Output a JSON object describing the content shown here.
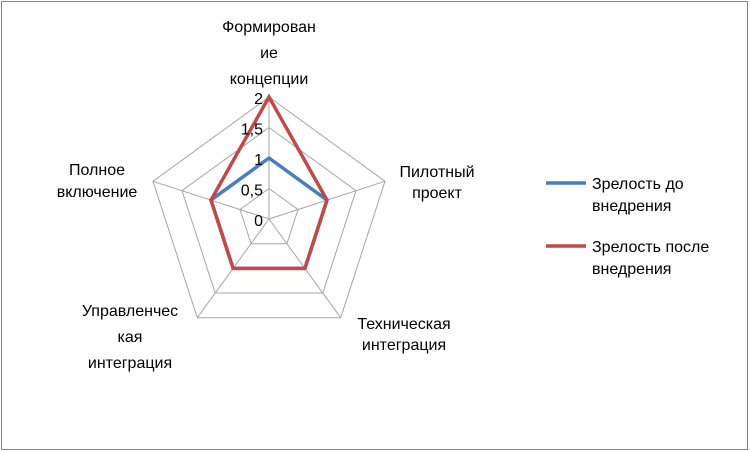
{
  "chart_data": {
    "type": "radar",
    "categories": [
      [
        "Формирован",
        "ие",
        "концепции"
      ],
      [
        "Пилотный",
        "проект"
      ],
      [
        "Техническая",
        "интеграция"
      ],
      [
        "Управленчес",
        "кая",
        "интеграция"
      ],
      [
        "Полное",
        "включение"
      ]
    ],
    "series": [
      {
        "name": [
          "Зрелость до",
          "внедрения"
        ],
        "values": [
          1,
          1,
          1,
          1,
          1
        ],
        "color": "#4a7ebb"
      },
      {
        "name": [
          "Зрелость после",
          "внедрения"
        ],
        "values": [
          2,
          1,
          1,
          1,
          1
        ],
        "color": "#be4b48"
      }
    ],
    "scale": {
      "min": 0,
      "max": 2,
      "step": 0.5
    },
    "tick_labels": [
      "0",
      "0,5",
      "1",
      "1,5",
      "2"
    ],
    "grid": true,
    "legend_position": "right",
    "grid_color": "#a6a6a6",
    "frame_color": "#868686"
  }
}
